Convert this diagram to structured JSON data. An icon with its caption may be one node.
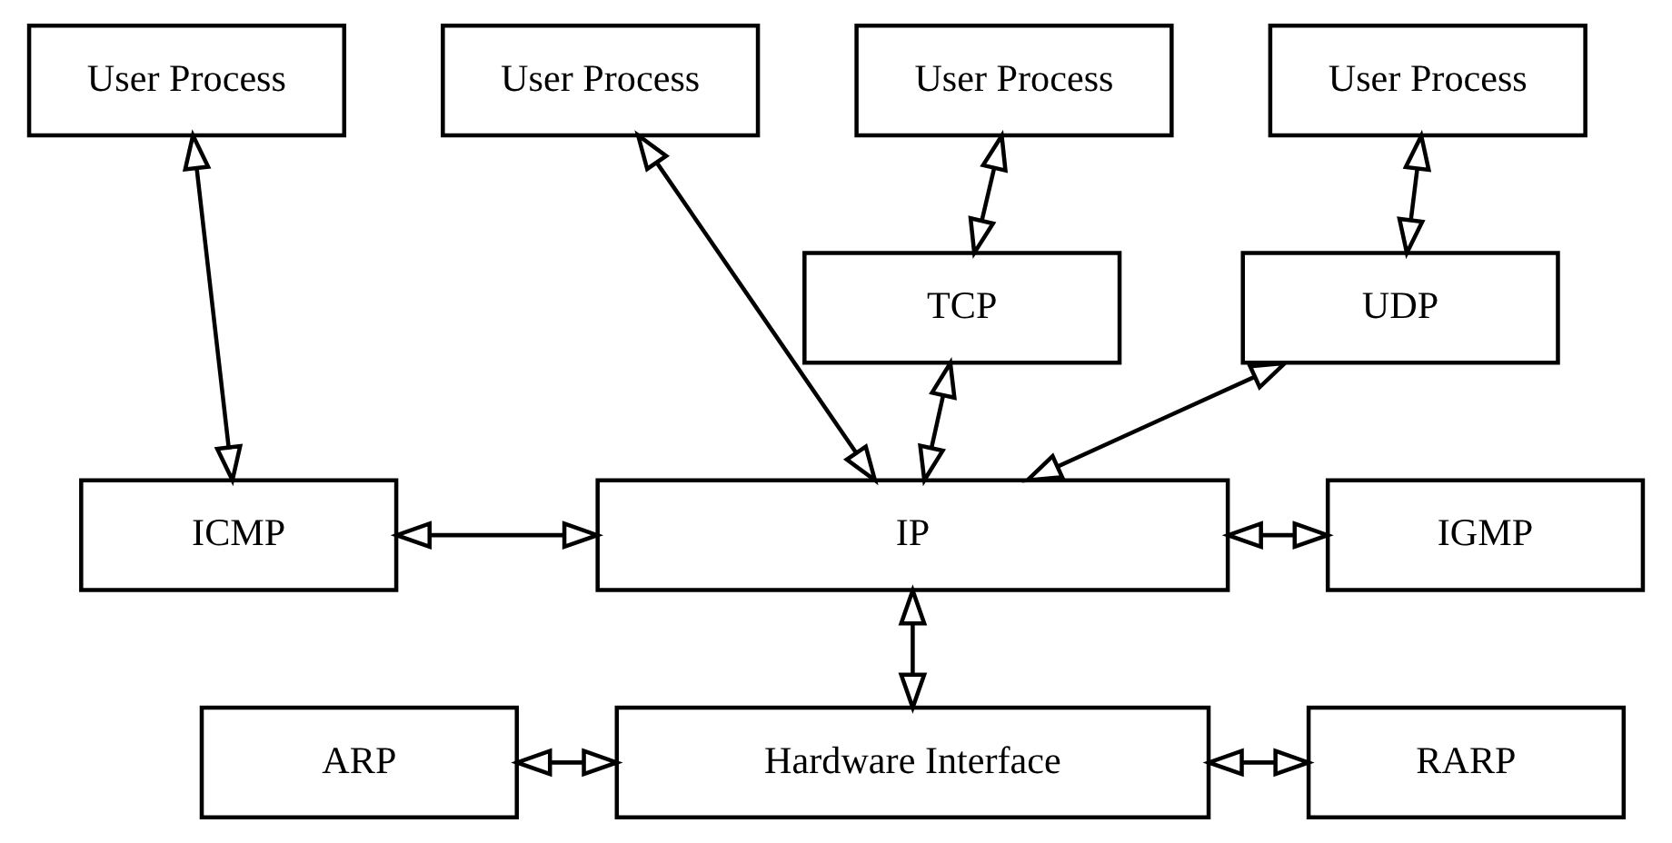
{
  "diagram": {
    "nodes": [
      {
        "text": [
          "User Process"
        ]
      },
      {
        "text": [
          "User Process"
        ]
      },
      {
        "text": [
          "User Process"
        ]
      },
      {
        "text": [
          "User Process"
        ]
      },
      {
        "text": [
          "TCP"
        ]
      },
      {
        "text": [
          "UDP"
        ]
      },
      {
        "text": [
          "ICMP"
        ]
      },
      {
        "text": [
          "IP"
        ]
      },
      {
        "text": [
          "IGMP"
        ]
      },
      {
        "text": [
          "ARP"
        ]
      },
      {
        "text": [
          "Hardware Interface"
        ]
      },
      {
        "text": [
          "RARP"
        ]
      }
    ],
    "edges": [
      {
        "from": 0,
        "to": 6,
        "arrow": "both"
      },
      {
        "from": 1,
        "to": 4,
        "arrow": "both"
      },
      {
        "from": 2,
        "to": 7,
        "arrow": "both"
      },
      {
        "from": 3,
        "to": 5,
        "arrow": "both"
      },
      {
        "from": 4,
        "to": 7,
        "arrow": "both"
      },
      {
        "from": 5,
        "to": 7,
        "arrow": "both"
      },
      {
        "from": 6,
        "to": 7,
        "arrow": "both"
      },
      {
        "from": 7,
        "to": 8,
        "arrow": "both"
      },
      {
        "from": 7,
        "to": 10,
        "arrow": "both"
      },
      {
        "from": 9,
        "to": 10,
        "arrow": "both"
      },
      {
        "from": 10,
        "to": 11,
        "arrow": "both"
      }
    ]
  }
}
